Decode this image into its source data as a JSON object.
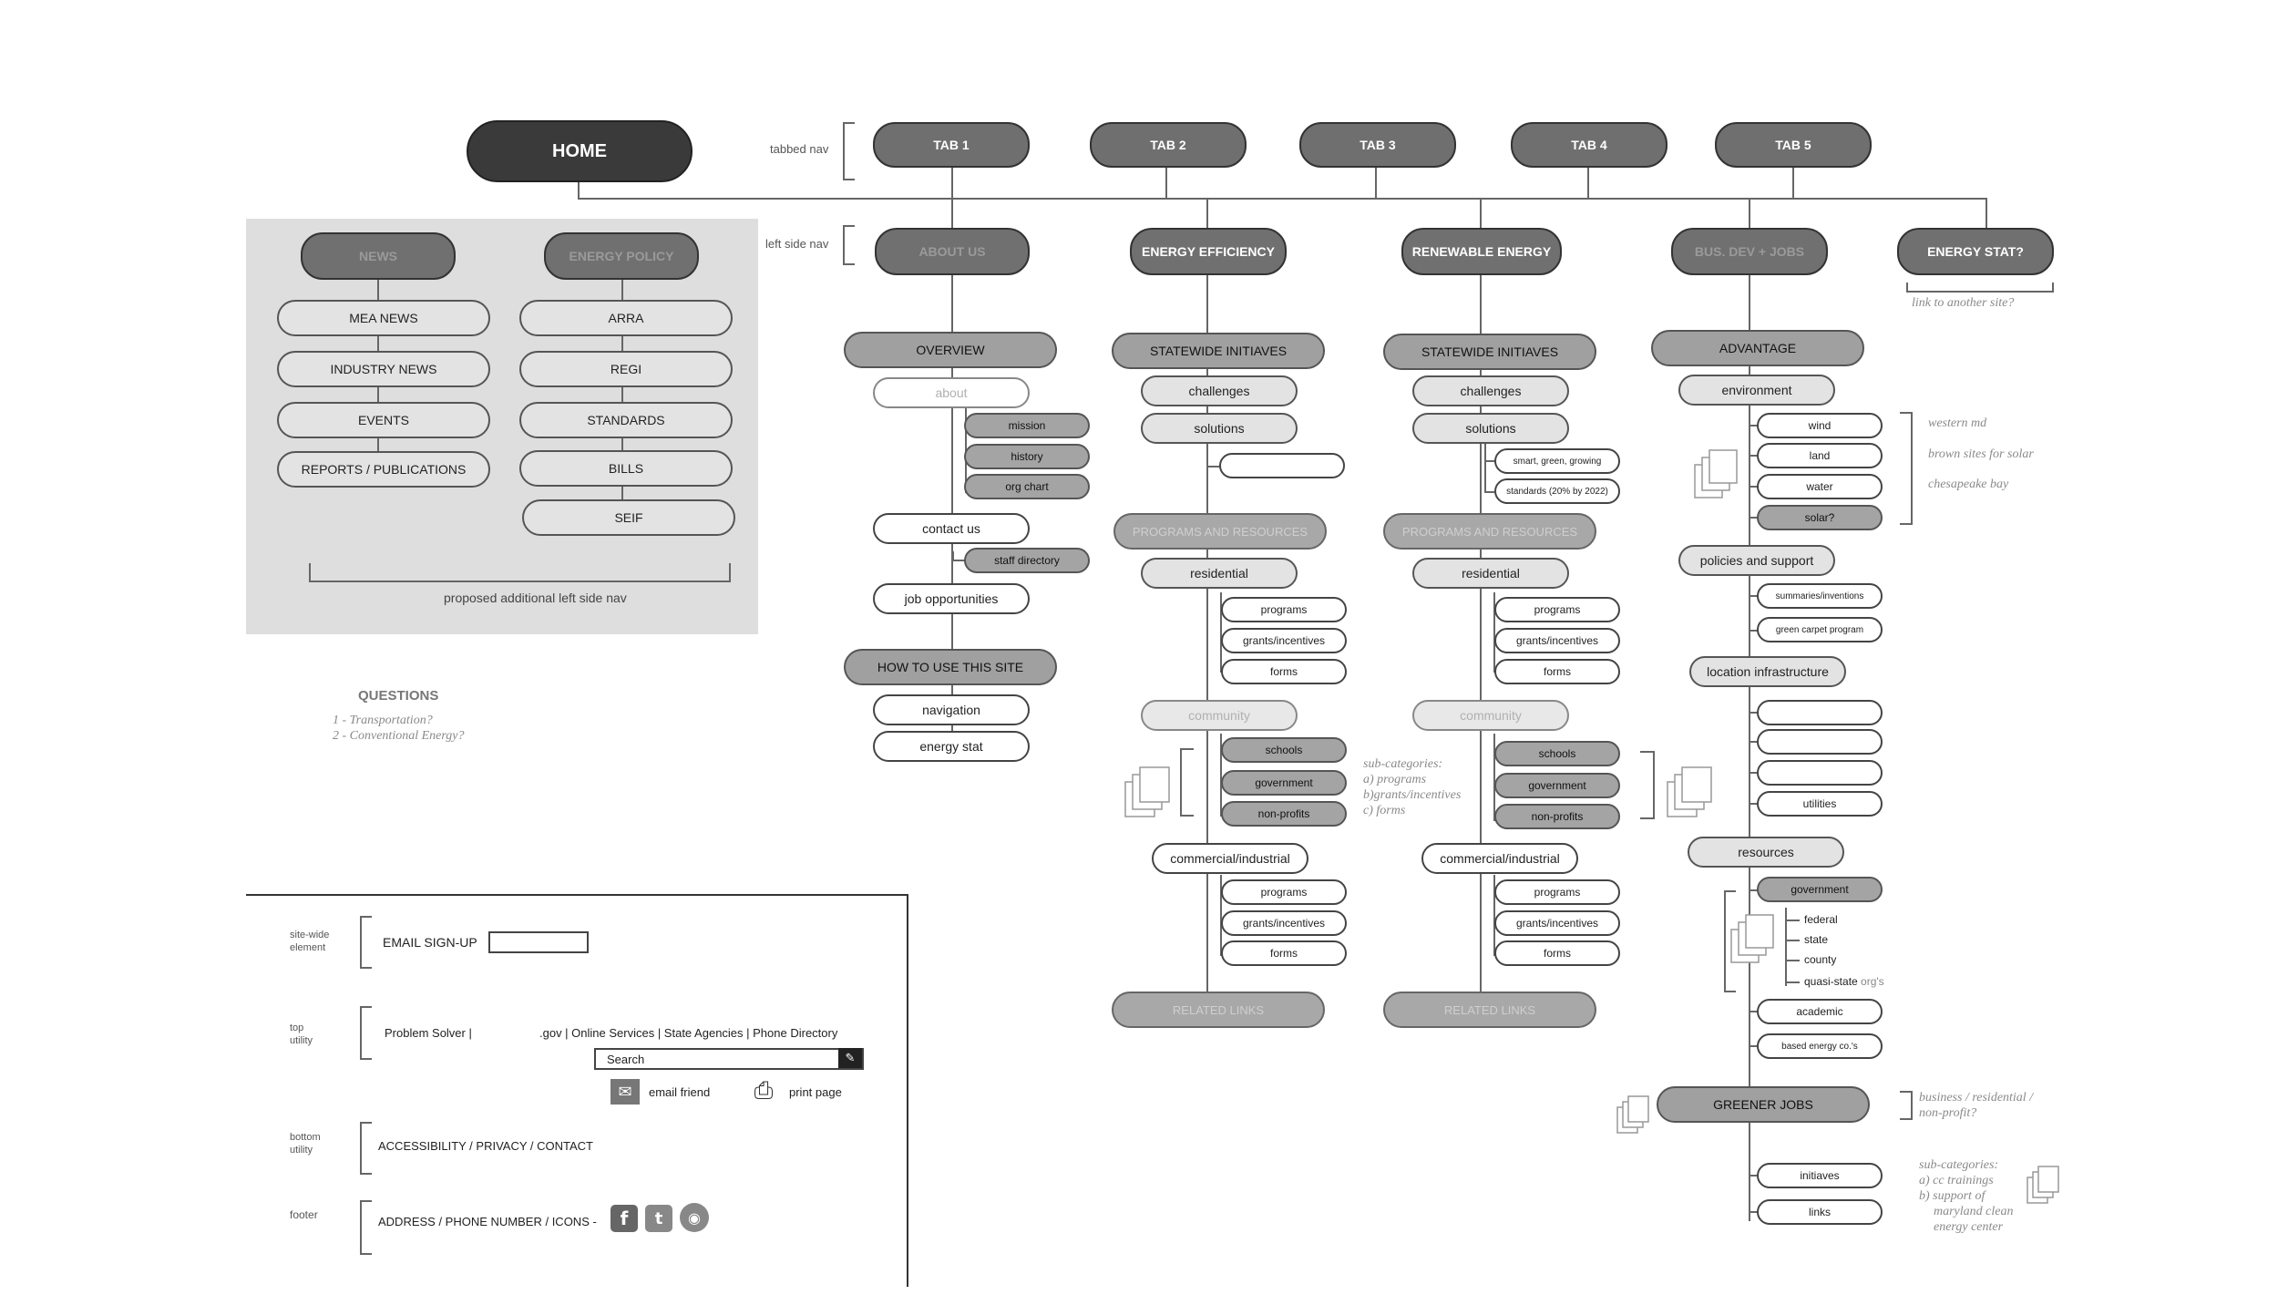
{
  "home": "HOME",
  "tabbed_nav_label": "tabbed nav",
  "left_side_nav_label": "left side nav",
  "tabs": [
    "TAB 1",
    "TAB 2",
    "TAB 3",
    "TAB 4",
    "TAB 5"
  ],
  "sections": [
    "ABOUT US",
    "ENERGY EFFICIENCY",
    "RENEWABLE ENERGY",
    "BUS. DEV + JOBS",
    "ENERGY STAT?"
  ],
  "energy_stat_note": "link to another site?",
  "left_panel": {
    "news": "NEWS",
    "energy_policy": "ENERGY POLICY",
    "news_items": [
      "MEA NEWS",
      "INDUSTRY NEWS",
      "EVENTS",
      "REPORTS / PUBLICATIONS"
    ],
    "policy_items": [
      "ARRA",
      "REGI",
      "STANDARDS",
      "BILLS",
      "SEIF"
    ],
    "caption": "proposed additional left side nav"
  },
  "questions": {
    "title": "QUESTIONS",
    "lines": [
      "1 - Transportation?",
      "2 - Conventional Energy?"
    ]
  },
  "about": {
    "overview": "OVERVIEW",
    "about": "about",
    "about_subs": [
      "mission",
      "history",
      "org chart"
    ],
    "contact": "contact us",
    "staff": "staff directory",
    "jobs": "job opportunities",
    "howto": "HOW TO USE THIS SITE",
    "navigation": "navigation",
    "energy_stat": "energy stat"
  },
  "efficiency": {
    "statewide": "STATEWIDE INITIAVES",
    "challenges": "challenges",
    "solutions": "solutions",
    "programs": "PROGRAMS AND RESOURCES",
    "residential": "residential",
    "res_subs": [
      "programs",
      "grants/incentives",
      "forms"
    ],
    "community": "community",
    "community_subs": [
      "schools",
      "government",
      "non-profits"
    ],
    "commercial": "commercial/industrial",
    "comm_subs": [
      "programs",
      "grants/incentives",
      "forms"
    ],
    "related": "RELATED LINKS"
  },
  "subcat_note": [
    "sub-categories:",
    "a) programs",
    "b)grants/incentives",
    "c) forms"
  ],
  "renewable": {
    "statewide": "STATEWIDE INITIAVES",
    "challenges": "challenges",
    "solutions": "solutions",
    "sol_subs": [
      "smart, green, growing",
      "standards (20% by 2022)"
    ],
    "programs": "PROGRAMS AND RESOURCES",
    "residential": "residential",
    "res_subs": [
      "programs",
      "grants/incentives",
      "forms"
    ],
    "community": "community",
    "community_subs": [
      "schools",
      "government",
      "non-profits"
    ],
    "commercial": "commercial/industrial",
    "comm_subs": [
      "programs",
      "grants/incentives",
      "forms"
    ],
    "related": "RELATED LINKS"
  },
  "busdev": {
    "advantage": "ADVANTAGE",
    "environment": "environment",
    "env_subs": [
      "wind",
      "land",
      "water",
      "solar?"
    ],
    "env_notes": [
      "western md",
      "brown sites for solar",
      "chesapeake bay"
    ],
    "policies": "policies and support",
    "policy_subs": [
      "summaries/inventions",
      "green carpet program"
    ],
    "location": "location infrastructure",
    "utilities": "utilities",
    "resources": "resources",
    "government": "government",
    "gov_subs": [
      "federal",
      "state",
      "county",
      "quasi-state"
    ],
    "gov_suffix": "org's",
    "academic": "academic",
    "based": "based energy co.'s",
    "greener": "GREENER JOBS",
    "greener_note": [
      "business / residential /",
      "non-profit?"
    ],
    "initiaves": "initiaves",
    "links": "links",
    "jobs_note": [
      "sub-categories:",
      "a) cc trainings",
      "b) support of",
      "maryland clean",
      "energy center"
    ]
  },
  "footer": {
    "sitewide_label": [
      "site-wide",
      "element"
    ],
    "email_signup": "EMAIL SIGN-UP",
    "top_label": [
      "top",
      "utility"
    ],
    "problem_solver": "Problem Solver  |",
    "gov_links": ".gov  |  Online Services  |  State Agencies |  Phone Directory",
    "search": "Search",
    "email_friend": "email friend",
    "print_page": "print page",
    "bottom_label": [
      "bottom",
      "utility"
    ],
    "bottom_links": "ACCESSIBILITY /  PRIVACY /  CONTACT",
    "footer_label": "footer",
    "footer_text": "ADDRESS / PHONE NUMBER / ICONS -"
  }
}
